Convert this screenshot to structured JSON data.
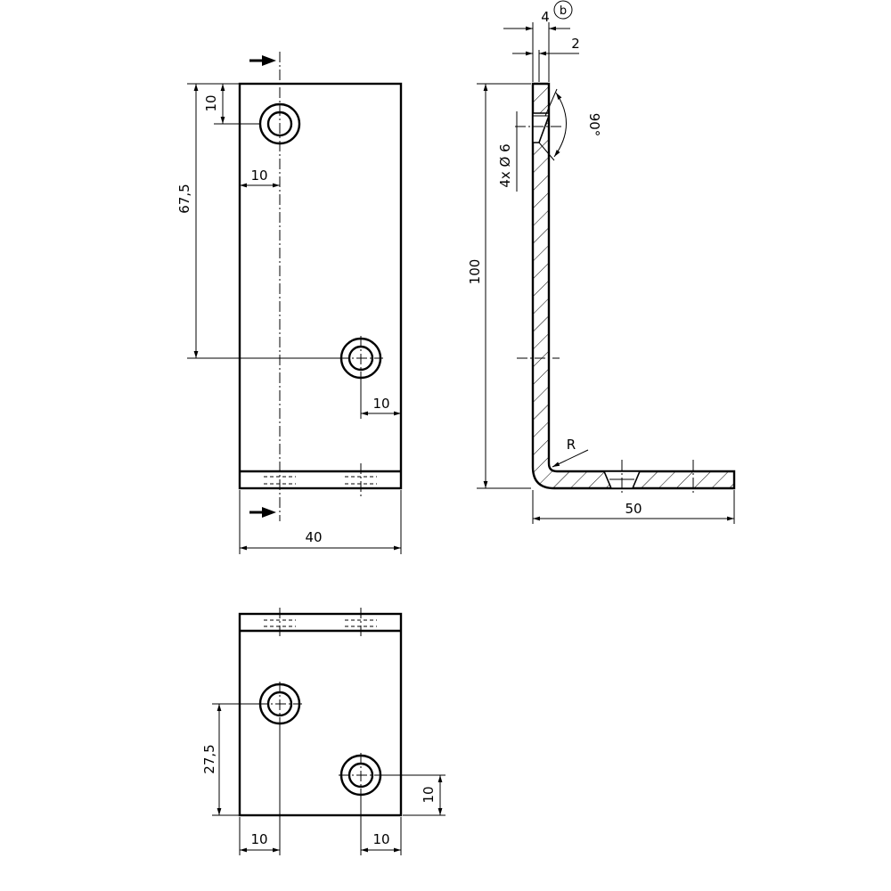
{
  "front_view": {
    "top_offset": "10",
    "hole_spacing": "67,5",
    "left_offset": "10",
    "right_offset": "10",
    "width": "40"
  },
  "side_view": {
    "thickness": "4",
    "detail_marker": "b",
    "chamfer": "2",
    "countersink_angle": "90°",
    "holes": "4x Ø 6",
    "height": "100",
    "radius": "R",
    "length": "50"
  },
  "bottom_view": {
    "hole_spacing": "27,5",
    "edge_offset": "10",
    "left_offset": "10",
    "right_offset": "10"
  }
}
